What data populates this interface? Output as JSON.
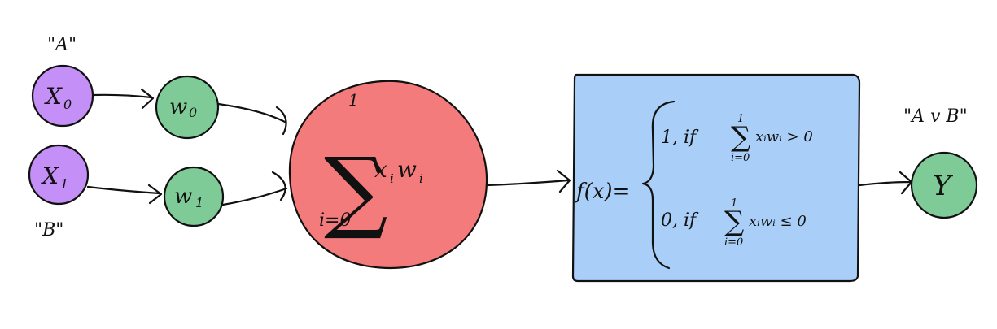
{
  "colors": {
    "input_node": "#c48ff6",
    "weight_node": "#7ecb97",
    "sum_node": "#f47b7b",
    "activation_box": "#a9cff8",
    "output_node": "#7ecb97",
    "ink": "#111111"
  },
  "inputs": [
    {
      "label": "X",
      "sub": "0",
      "quote": "\"A\""
    },
    {
      "label": "X",
      "sub": "1",
      "quote": "\"B\""
    }
  ],
  "weights": [
    {
      "label": "w",
      "sub": "0"
    },
    {
      "label": "w",
      "sub": "1"
    }
  ],
  "sum": {
    "upper": "1",
    "lower": "i=0",
    "term": "x",
    "term_sub1": "i",
    "term_w": "w",
    "term_sub2": "i"
  },
  "activation": {
    "lhs": "f(x)=",
    "case1": {
      "value": "1, if",
      "upper": "1",
      "lower": "i=0",
      "expr": "xᵢwᵢ > 0"
    },
    "case2": {
      "value": "0, if",
      "upper": "1",
      "lower": "i=0",
      "expr": "xᵢwᵢ ≤ 0"
    }
  },
  "output": {
    "label": "Y",
    "quote": "\"A v B\""
  }
}
